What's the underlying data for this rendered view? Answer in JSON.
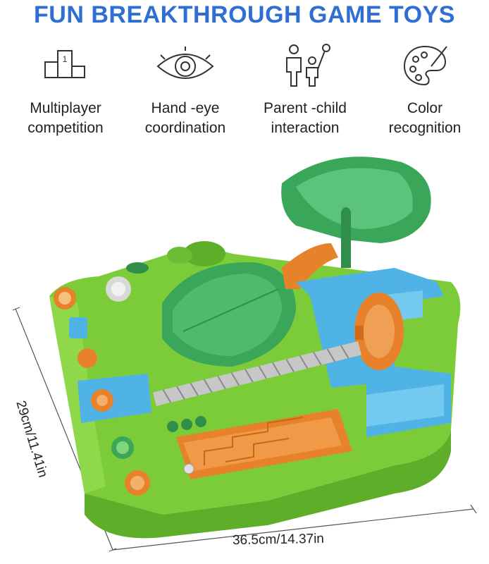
{
  "title": "FUN BREAKTHROUGH GAME TOYS",
  "features": [
    {
      "icon": "podium-icon",
      "label": "Multiplayer\ncompetition"
    },
    {
      "icon": "eye-icon",
      "label": "Hand -eye\ncoordination"
    },
    {
      "icon": "parent-child-icon",
      "label": "Parent -child\ninteraction"
    },
    {
      "icon": "palette-icon",
      "label": "Color\nrecognition"
    }
  ],
  "dimensions": {
    "width": "36.5cm/14.37in",
    "depth": "29cm/11.41in"
  },
  "colors": {
    "title": "#2f6fd3",
    "base_green": "#7ccc3a",
    "leaf_green": "#3aa65a",
    "blue_track": "#4fb3e6",
    "orange": "#e8822a"
  }
}
